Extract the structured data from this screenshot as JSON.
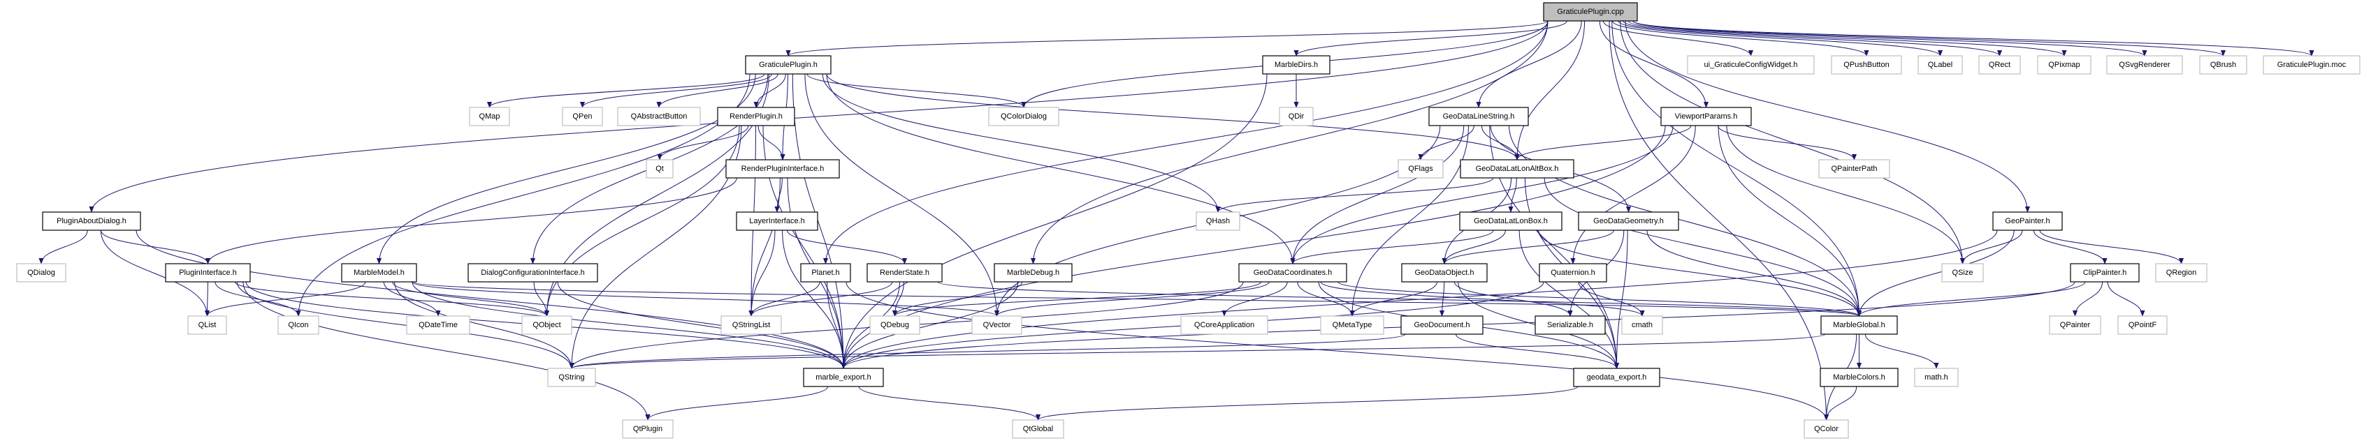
{
  "graph": {
    "root": "GraticulePlugin.cpp",
    "edge_color": "#191970",
    "root_fill": "#bfbfbf",
    "external_border": "#bfbfbf",
    "nodes": [
      {
        "id": "cpp",
        "label": "GraticulePlugin.cpp",
        "kind": "root"
      },
      {
        "id": "gph",
        "label": "GraticulePlugin.h",
        "kind": "documented"
      },
      {
        "id": "mdirs",
        "label": "MarbleDirs.h",
        "kind": "documented"
      },
      {
        "id": "ui",
        "label": "ui_GraticuleConfigWidget.h",
        "kind": "external"
      },
      {
        "id": "qpushbutton",
        "label": "QPushButton",
        "kind": "external"
      },
      {
        "id": "qlabel",
        "label": "QLabel",
        "kind": "external"
      },
      {
        "id": "qrect",
        "label": "QRect",
        "kind": "external"
      },
      {
        "id": "qpixmap",
        "label": "QPixmap",
        "kind": "external"
      },
      {
        "id": "qsvg",
        "label": "QSvgRenderer",
        "kind": "external"
      },
      {
        "id": "qbrush",
        "label": "QBrush",
        "kind": "external"
      },
      {
        "id": "moc",
        "label": "GraticulePlugin.moc",
        "kind": "external"
      },
      {
        "id": "qmap",
        "label": "QMap",
        "kind": "external"
      },
      {
        "id": "qpen",
        "label": "QPen",
        "kind": "external"
      },
      {
        "id": "qabsbtn",
        "label": "QAbstractButton",
        "kind": "external"
      },
      {
        "id": "rph",
        "label": "RenderPlugin.h",
        "kind": "documented"
      },
      {
        "id": "qcolordialog",
        "label": "QColorDialog",
        "kind": "external"
      },
      {
        "id": "qdir",
        "label": "QDir",
        "kind": "external"
      },
      {
        "id": "gdls",
        "label": "GeoDataLineString.h",
        "kind": "documented"
      },
      {
        "id": "vp",
        "label": "ViewportParams.h",
        "kind": "documented"
      },
      {
        "id": "qt",
        "label": "Qt",
        "kind": "external"
      },
      {
        "id": "rpi",
        "label": "RenderPluginInterface.h",
        "kind": "documented"
      },
      {
        "id": "qflags",
        "label": "QFlags",
        "kind": "external"
      },
      {
        "id": "gdllab",
        "label": "GeoDataLatLonAltBox.h",
        "kind": "documented"
      },
      {
        "id": "qpainterpath",
        "label": "QPainterPath",
        "kind": "external"
      },
      {
        "id": "pad",
        "label": "PluginAboutDialog.h",
        "kind": "documented"
      },
      {
        "id": "li",
        "label": "LayerInterface.h",
        "kind": "documented"
      },
      {
        "id": "qhash",
        "label": "QHash",
        "kind": "external"
      },
      {
        "id": "gdllb",
        "label": "GeoDataLatLonBox.h",
        "kind": "documented"
      },
      {
        "id": "gdgeom",
        "label": "GeoDataGeometry.h",
        "kind": "documented"
      },
      {
        "id": "gp",
        "label": "GeoPainter.h",
        "kind": "documented"
      },
      {
        "id": "qdialog",
        "label": "QDialog",
        "kind": "external"
      },
      {
        "id": "pi",
        "label": "PluginInterface.h",
        "kind": "documented"
      },
      {
        "id": "mm",
        "label": "MarbleModel.h",
        "kind": "documented"
      },
      {
        "id": "dci",
        "label": "DialogConfigurationInterface.h",
        "kind": "documented"
      },
      {
        "id": "planet",
        "label": "Planet.h",
        "kind": "documented"
      },
      {
        "id": "rs",
        "label": "RenderState.h",
        "kind": "documented"
      },
      {
        "id": "mdebug",
        "label": "MarbleDebug.h",
        "kind": "documented"
      },
      {
        "id": "gdc",
        "label": "GeoDataCoordinates.h",
        "kind": "documented"
      },
      {
        "id": "gdo",
        "label": "GeoDataObject.h",
        "kind": "documented"
      },
      {
        "id": "quat",
        "label": "Quaternion.h",
        "kind": "documented"
      },
      {
        "id": "qsize",
        "label": "QSize",
        "kind": "external"
      },
      {
        "id": "cp",
        "label": "ClipPainter.h",
        "kind": "documented"
      },
      {
        "id": "qregion",
        "label": "QRegion",
        "kind": "external"
      },
      {
        "id": "qlist",
        "label": "QList",
        "kind": "external"
      },
      {
        "id": "qicon",
        "label": "QIcon",
        "kind": "external"
      },
      {
        "id": "qdatetime",
        "label": "QDateTime",
        "kind": "external"
      },
      {
        "id": "qobject",
        "label": "QObject",
        "kind": "external"
      },
      {
        "id": "qstringlist",
        "label": "QStringList",
        "kind": "external"
      },
      {
        "id": "qdebug",
        "label": "QDebug",
        "kind": "external"
      },
      {
        "id": "qvector",
        "label": "QVector",
        "kind": "external"
      },
      {
        "id": "qcoreapp",
        "label": "QCoreApplication",
        "kind": "external"
      },
      {
        "id": "qmetatype",
        "label": "QMetaType",
        "kind": "external"
      },
      {
        "id": "gdoc",
        "label": "GeoDocument.h",
        "kind": "documented"
      },
      {
        "id": "ser",
        "label": "Serializable.h",
        "kind": "documented"
      },
      {
        "id": "cmath",
        "label": "cmath",
        "kind": "external"
      },
      {
        "id": "mg",
        "label": "MarbleGlobal.h",
        "kind": "documented"
      },
      {
        "id": "qpainter",
        "label": "QPainter",
        "kind": "external"
      },
      {
        "id": "qpointf",
        "label": "QPointF",
        "kind": "external"
      },
      {
        "id": "qstring",
        "label": "QString",
        "kind": "external"
      },
      {
        "id": "mexp",
        "label": "marble_export.h",
        "kind": "documented"
      },
      {
        "id": "gexp",
        "label": "geodata_export.h",
        "kind": "documented"
      },
      {
        "id": "mcol",
        "label": "MarbleColors.h",
        "kind": "documented"
      },
      {
        "id": "mathh",
        "label": "math.h",
        "kind": "external"
      },
      {
        "id": "qtplugin",
        "label": "QtPlugin",
        "kind": "external"
      },
      {
        "id": "qtglobal",
        "label": "QtGlobal",
        "kind": "external"
      },
      {
        "id": "qcolor",
        "label": "QColor",
        "kind": "external"
      }
    ],
    "edges": [
      [
        "cpp",
        "gph"
      ],
      [
        "cpp",
        "mdirs"
      ],
      [
        "cpp",
        "ui"
      ],
      [
        "cpp",
        "qpushbutton"
      ],
      [
        "cpp",
        "qlabel"
      ],
      [
        "cpp",
        "qrect"
      ],
      [
        "cpp",
        "qpixmap"
      ],
      [
        "cpp",
        "qsvg"
      ],
      [
        "cpp",
        "qbrush"
      ],
      [
        "cpp",
        "moc"
      ],
      [
        "cpp",
        "pad"
      ],
      [
        "cpp",
        "qcolordialog"
      ],
      [
        "cpp",
        "gdls"
      ],
      [
        "cpp",
        "gdllab"
      ],
      [
        "cpp",
        "vp"
      ],
      [
        "cpp",
        "gp"
      ],
      [
        "cpp",
        "qsize"
      ],
      [
        "cpp",
        "qcolor"
      ],
      [
        "cpp",
        "planet"
      ],
      [
        "cpp",
        "mdebug"
      ],
      [
        "cpp",
        "mg"
      ],
      [
        "gph",
        "qmap"
      ],
      [
        "gph",
        "qpen"
      ],
      [
        "gph",
        "qabsbtn"
      ],
      [
        "gph",
        "rph"
      ],
      [
        "gph",
        "rpi"
      ],
      [
        "gph",
        "qcolordialog"
      ],
      [
        "gph",
        "qicon"
      ],
      [
        "gph",
        "qobject"
      ],
      [
        "gph",
        "mm"
      ],
      [
        "gph",
        "dci"
      ],
      [
        "gph",
        "gdllab"
      ],
      [
        "gph",
        "gdc"
      ],
      [
        "gph",
        "qhash"
      ],
      [
        "gph",
        "qvector"
      ],
      [
        "gph",
        "mexp"
      ],
      [
        "rph",
        "qt"
      ],
      [
        "rph",
        "rpi"
      ],
      [
        "rph",
        "qobject"
      ],
      [
        "rph",
        "qstring"
      ],
      [
        "rph",
        "mexp"
      ],
      [
        "rph",
        "qstringlist"
      ],
      [
        "rpi",
        "li"
      ],
      [
        "rpi",
        "pi"
      ],
      [
        "rpi",
        "qstringlist"
      ],
      [
        "rpi",
        "mexp"
      ],
      [
        "li",
        "rs"
      ],
      [
        "li",
        "qstringlist"
      ],
      [
        "li",
        "mexp"
      ],
      [
        "pad",
        "qdialog"
      ],
      [
        "pad",
        "pi"
      ],
      [
        "pad",
        "qlist"
      ],
      [
        "pad",
        "mexp"
      ],
      [
        "pi",
        "qlist"
      ],
      [
        "pi",
        "qicon"
      ],
      [
        "pi",
        "qobject"
      ],
      [
        "pi",
        "qstring"
      ],
      [
        "pi",
        "mexp"
      ],
      [
        "pi",
        "qtplugin"
      ],
      [
        "mm",
        "qlist"
      ],
      [
        "mm",
        "qdatetime"
      ],
      [
        "mm",
        "qobject"
      ],
      [
        "mm",
        "qstring"
      ],
      [
        "mm",
        "mexp"
      ],
      [
        "mm",
        "qvector"
      ],
      [
        "mm",
        "mg"
      ],
      [
        "dci",
        "qobject"
      ],
      [
        "dci",
        "mexp"
      ],
      [
        "planet",
        "qstringlist"
      ],
      [
        "planet",
        "mexp"
      ],
      [
        "planet",
        "qcolor"
      ],
      [
        "rs",
        "qstringlist"
      ],
      [
        "rs",
        "qdebug"
      ],
      [
        "rs",
        "mexp"
      ],
      [
        "rs",
        "mg"
      ],
      [
        "mdebug",
        "qdebug"
      ],
      [
        "mdebug",
        "mexp"
      ],
      [
        "mdirs",
        "qdir"
      ],
      [
        "mdirs",
        "mexp"
      ],
      [
        "gdls",
        "qflags"
      ],
      [
        "gdls",
        "gdllab"
      ],
      [
        "gdls",
        "gdgeom"
      ],
      [
        "gdls",
        "gdc"
      ],
      [
        "gdls",
        "qmetatype"
      ],
      [
        "gdls",
        "qvector"
      ],
      [
        "gdls",
        "mg"
      ],
      [
        "gdls",
        "gexp"
      ],
      [
        "gdllab",
        "gdllb"
      ],
      [
        "gdllab",
        "qhash"
      ],
      [
        "gdllab",
        "gdo"
      ],
      [
        "gdllab",
        "mg"
      ],
      [
        "gdllab",
        "gexp"
      ],
      [
        "gdllb",
        "gdo"
      ],
      [
        "gdllb",
        "gdc"
      ],
      [
        "gdllb",
        "mg"
      ],
      [
        "gdllb",
        "gexp"
      ],
      [
        "gdgeom",
        "gdo"
      ],
      [
        "gdgeom",
        "ser"
      ],
      [
        "gdgeom",
        "mg"
      ],
      [
        "gdgeom",
        "gexp"
      ],
      [
        "vp",
        "gdllab"
      ],
      [
        "vp",
        "qpainterpath"
      ],
      [
        "vp",
        "quat"
      ],
      [
        "vp",
        "mg"
      ],
      [
        "vp",
        "qsize"
      ],
      [
        "vp",
        "mexp"
      ],
      [
        "vp",
        "gdc"
      ],
      [
        "gdc",
        "qcoreapp"
      ],
      [
        "gdc",
        "qmetatype"
      ],
      [
        "gdc",
        "qvector"
      ],
      [
        "gdc",
        "mg"
      ],
      [
        "gdc",
        "qstring"
      ],
      [
        "gdc",
        "cmath"
      ],
      [
        "gdc",
        "gexp"
      ],
      [
        "gdc",
        "qdebug"
      ],
      [
        "gdo",
        "qmetatype"
      ],
      [
        "gdo",
        "gdoc"
      ],
      [
        "gdo",
        "ser"
      ],
      [
        "gdo",
        "gexp"
      ],
      [
        "gdoc",
        "gexp"
      ],
      [
        "gdoc",
        "qstring"
      ],
      [
        "quat",
        "cmath"
      ],
      [
        "quat",
        "mexp"
      ],
      [
        "gexp",
        "qtglobal"
      ],
      [
        "mexp",
        "qtplugin"
      ],
      [
        "mexp",
        "qtglobal"
      ],
      [
        "mg",
        "mcol"
      ],
      [
        "mg",
        "mathh"
      ],
      [
        "mg",
        "qcolor"
      ],
      [
        "mg",
        "qstring"
      ],
      [
        "mcol",
        "qcolor"
      ],
      [
        "gp",
        "qsize"
      ],
      [
        "gp",
        "cp"
      ],
      [
        "gp",
        "qregion"
      ],
      [
        "gp",
        "mg"
      ],
      [
        "gp",
        "mexp"
      ],
      [
        "cp",
        "qpainter"
      ],
      [
        "cp",
        "qpointf"
      ],
      [
        "cp",
        "mg"
      ],
      [
        "cp",
        "mexp"
      ]
    ]
  }
}
